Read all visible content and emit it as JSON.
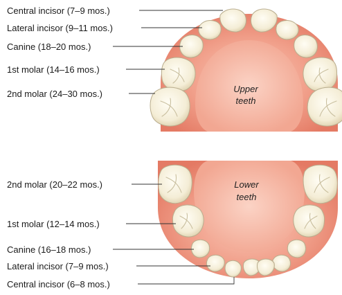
{
  "upper": {
    "caption_line1": "Upper",
    "caption_line2": "teeth",
    "labels": {
      "central_incisor": "Central incisor (7–9 mos.)",
      "lateral_incisor": "Lateral incisor (9–11 mos.)",
      "canine": "Canine (18–20 mos.)",
      "first_molar": "1st molar (14–16 mos.)",
      "second_molar": "2nd molar (24–30 mos.)"
    }
  },
  "lower": {
    "caption_line1": "Lower",
    "caption_line2": "teeth",
    "labels": {
      "second_molar": "2nd molar (20–22 mos.)",
      "first_molar": "1st molar (12–14 mos.)",
      "canine": "Canine (16–18 mos.)",
      "lateral_incisor": "Lateral incisor (7–9 mos.)",
      "central_incisor": "Central incisor (6–8 mos.)"
    }
  },
  "colors": {
    "gum": "#e9836f",
    "gum_light": "#f6b3a2",
    "tooth": "#f7f1de",
    "tooth_shadow": "#d8cca8"
  }
}
